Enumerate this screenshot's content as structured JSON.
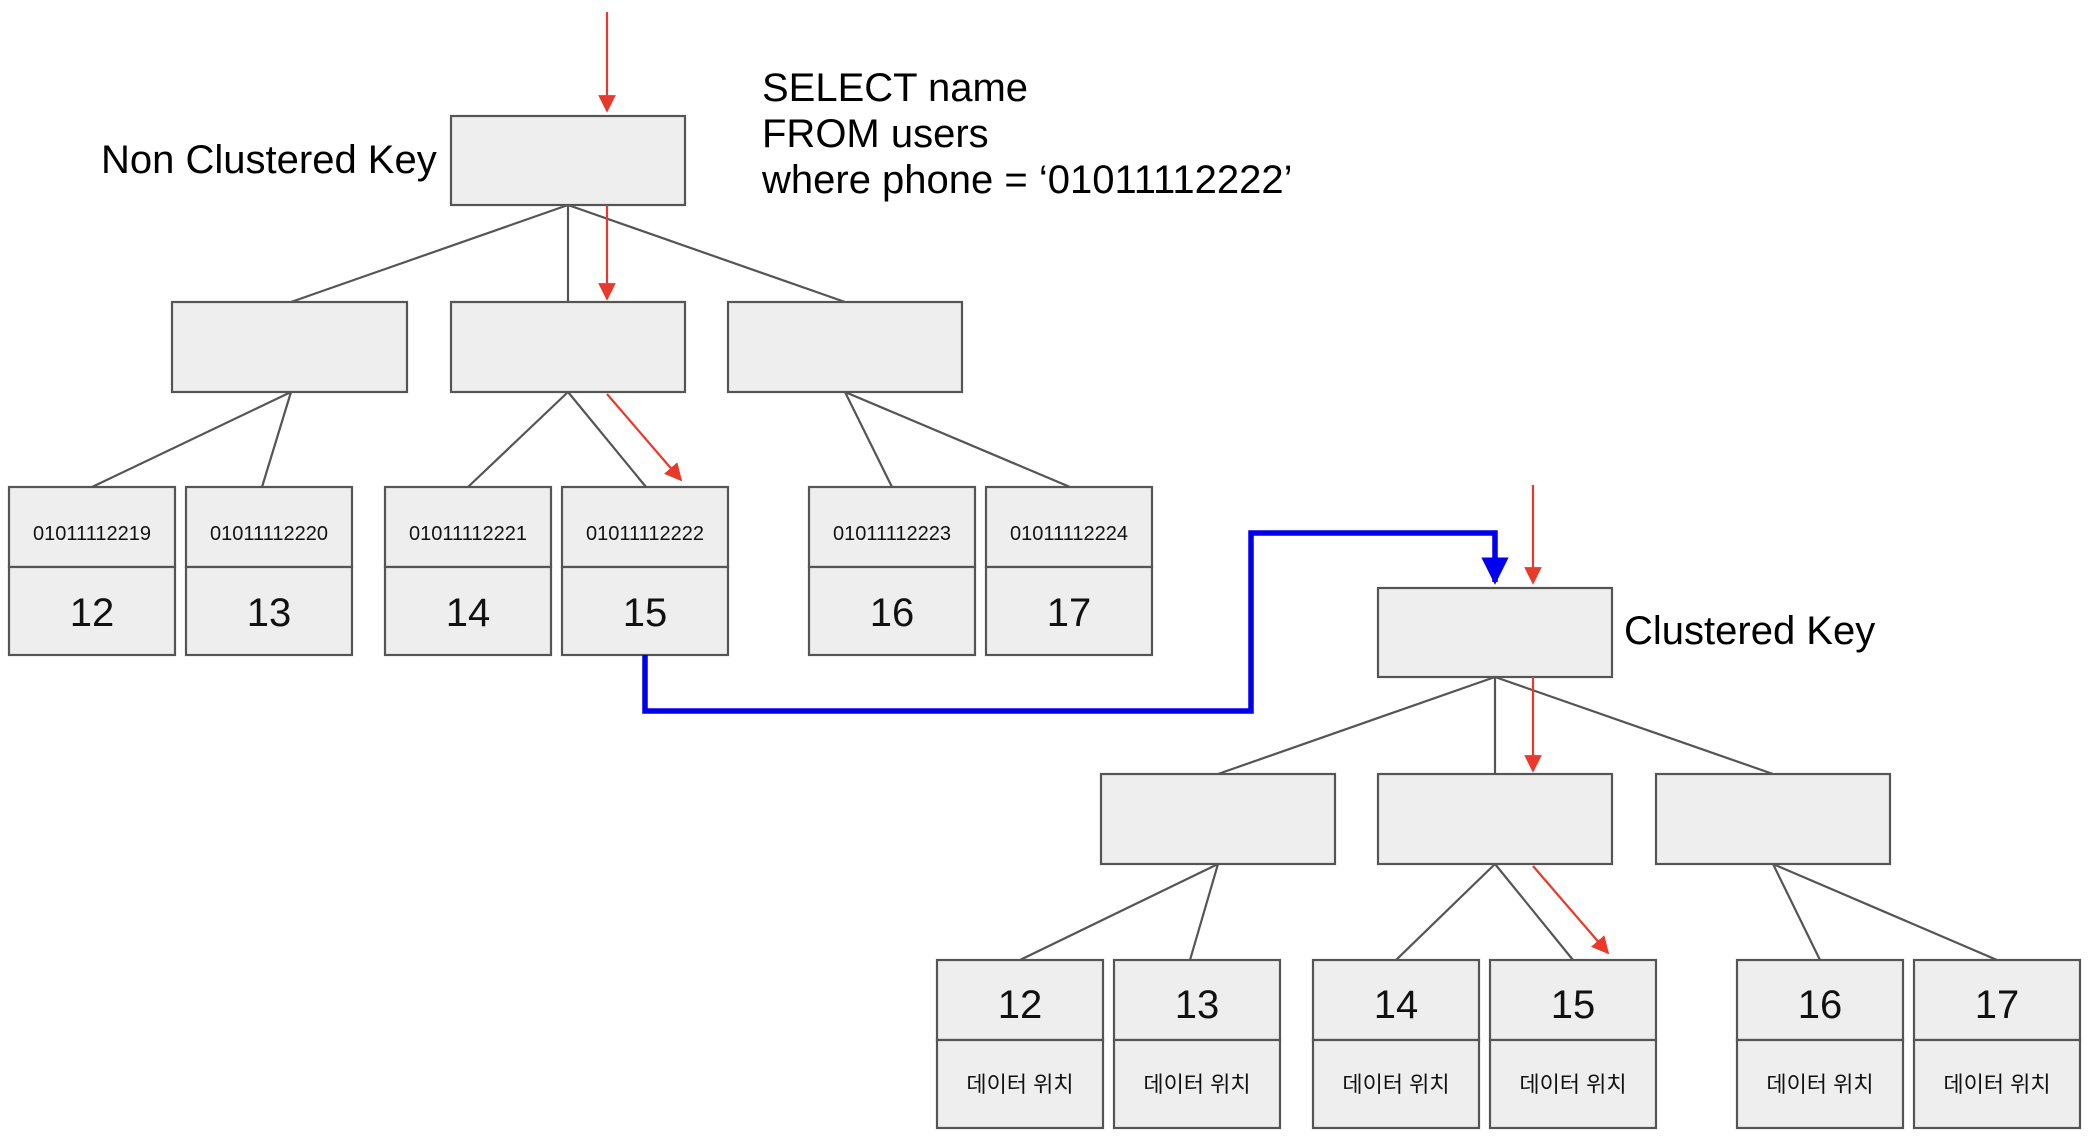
{
  "query": {
    "lines": [
      "SELECT name",
      "FROM users",
      "where phone = ‘01011112222’"
    ]
  },
  "nonclustered": {
    "title": "Non Clustered Key",
    "leaves": [
      {
        "key": "01011112219",
        "value": "12"
      },
      {
        "key": "01011112220",
        "value": "13"
      },
      {
        "key": "01011112221",
        "value": "14"
      },
      {
        "key": "01011112222",
        "value": "15"
      },
      {
        "key": "01011112223",
        "value": "16"
      },
      {
        "key": "01011112224",
        "value": "17"
      }
    ]
  },
  "clustered": {
    "title": "Clustered Key",
    "leaves": [
      {
        "key": "12",
        "value": "데이터 위치"
      },
      {
        "key": "13",
        "value": "데이터 위치"
      },
      {
        "key": "14",
        "value": "데이터 위치"
      },
      {
        "key": "15",
        "value": "데이터 위치"
      },
      {
        "key": "16",
        "value": "데이터 위치"
      },
      {
        "key": "17",
        "value": "데이터 위치"
      }
    ]
  },
  "colors": {
    "node_fill": "#eeeeee",
    "node_stroke": "#555555",
    "search_path": "#e8392a",
    "lookup_link": "#0000ee"
  }
}
